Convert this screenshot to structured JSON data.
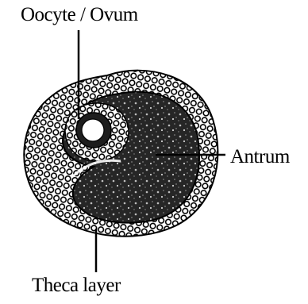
{
  "labels": {
    "oocyte": "Oocyte / Ovum",
    "antrum": "Antrum",
    "theca": "Theca layer"
  },
  "colors": {
    "ink": "#000000",
    "background": "#ffffff",
    "antrum_fill": "#2a2a2a"
  }
}
